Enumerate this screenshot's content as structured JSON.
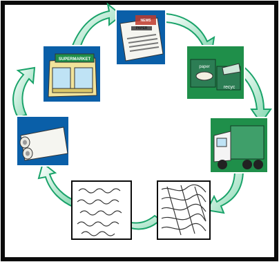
{
  "diagram": {
    "colors": {
      "frame": "#0b0b0b",
      "panel_blue": "#0a5fa8",
      "panel_green": "#1f8f4a",
      "arrow_fill": "#e6f7ef",
      "arrow_stroke": "#1aa36a"
    },
    "stages": [
      {
        "id": "store",
        "icon": "storefront-icon",
        "labels": [
          "SUPERMARKET"
        ]
      },
      {
        "id": "newspaper",
        "icon": "newspaper-icon",
        "labels": [
          "NEWS",
          "PAPER"
        ]
      },
      {
        "id": "recycle-bins",
        "icon": "recycling-bin-icon",
        "labels": [
          "paper",
          "recyc"
        ]
      },
      {
        "id": "truck",
        "icon": "garbage-truck-icon",
        "labels": []
      },
      {
        "id": "shredded-paper",
        "icon": "shredded-paper-icon",
        "labels": []
      },
      {
        "id": "pulp",
        "icon": "paper-pulp-icon",
        "labels": []
      },
      {
        "id": "paper-roll",
        "icon": "paper-roll-icon",
        "labels": []
      }
    ]
  }
}
